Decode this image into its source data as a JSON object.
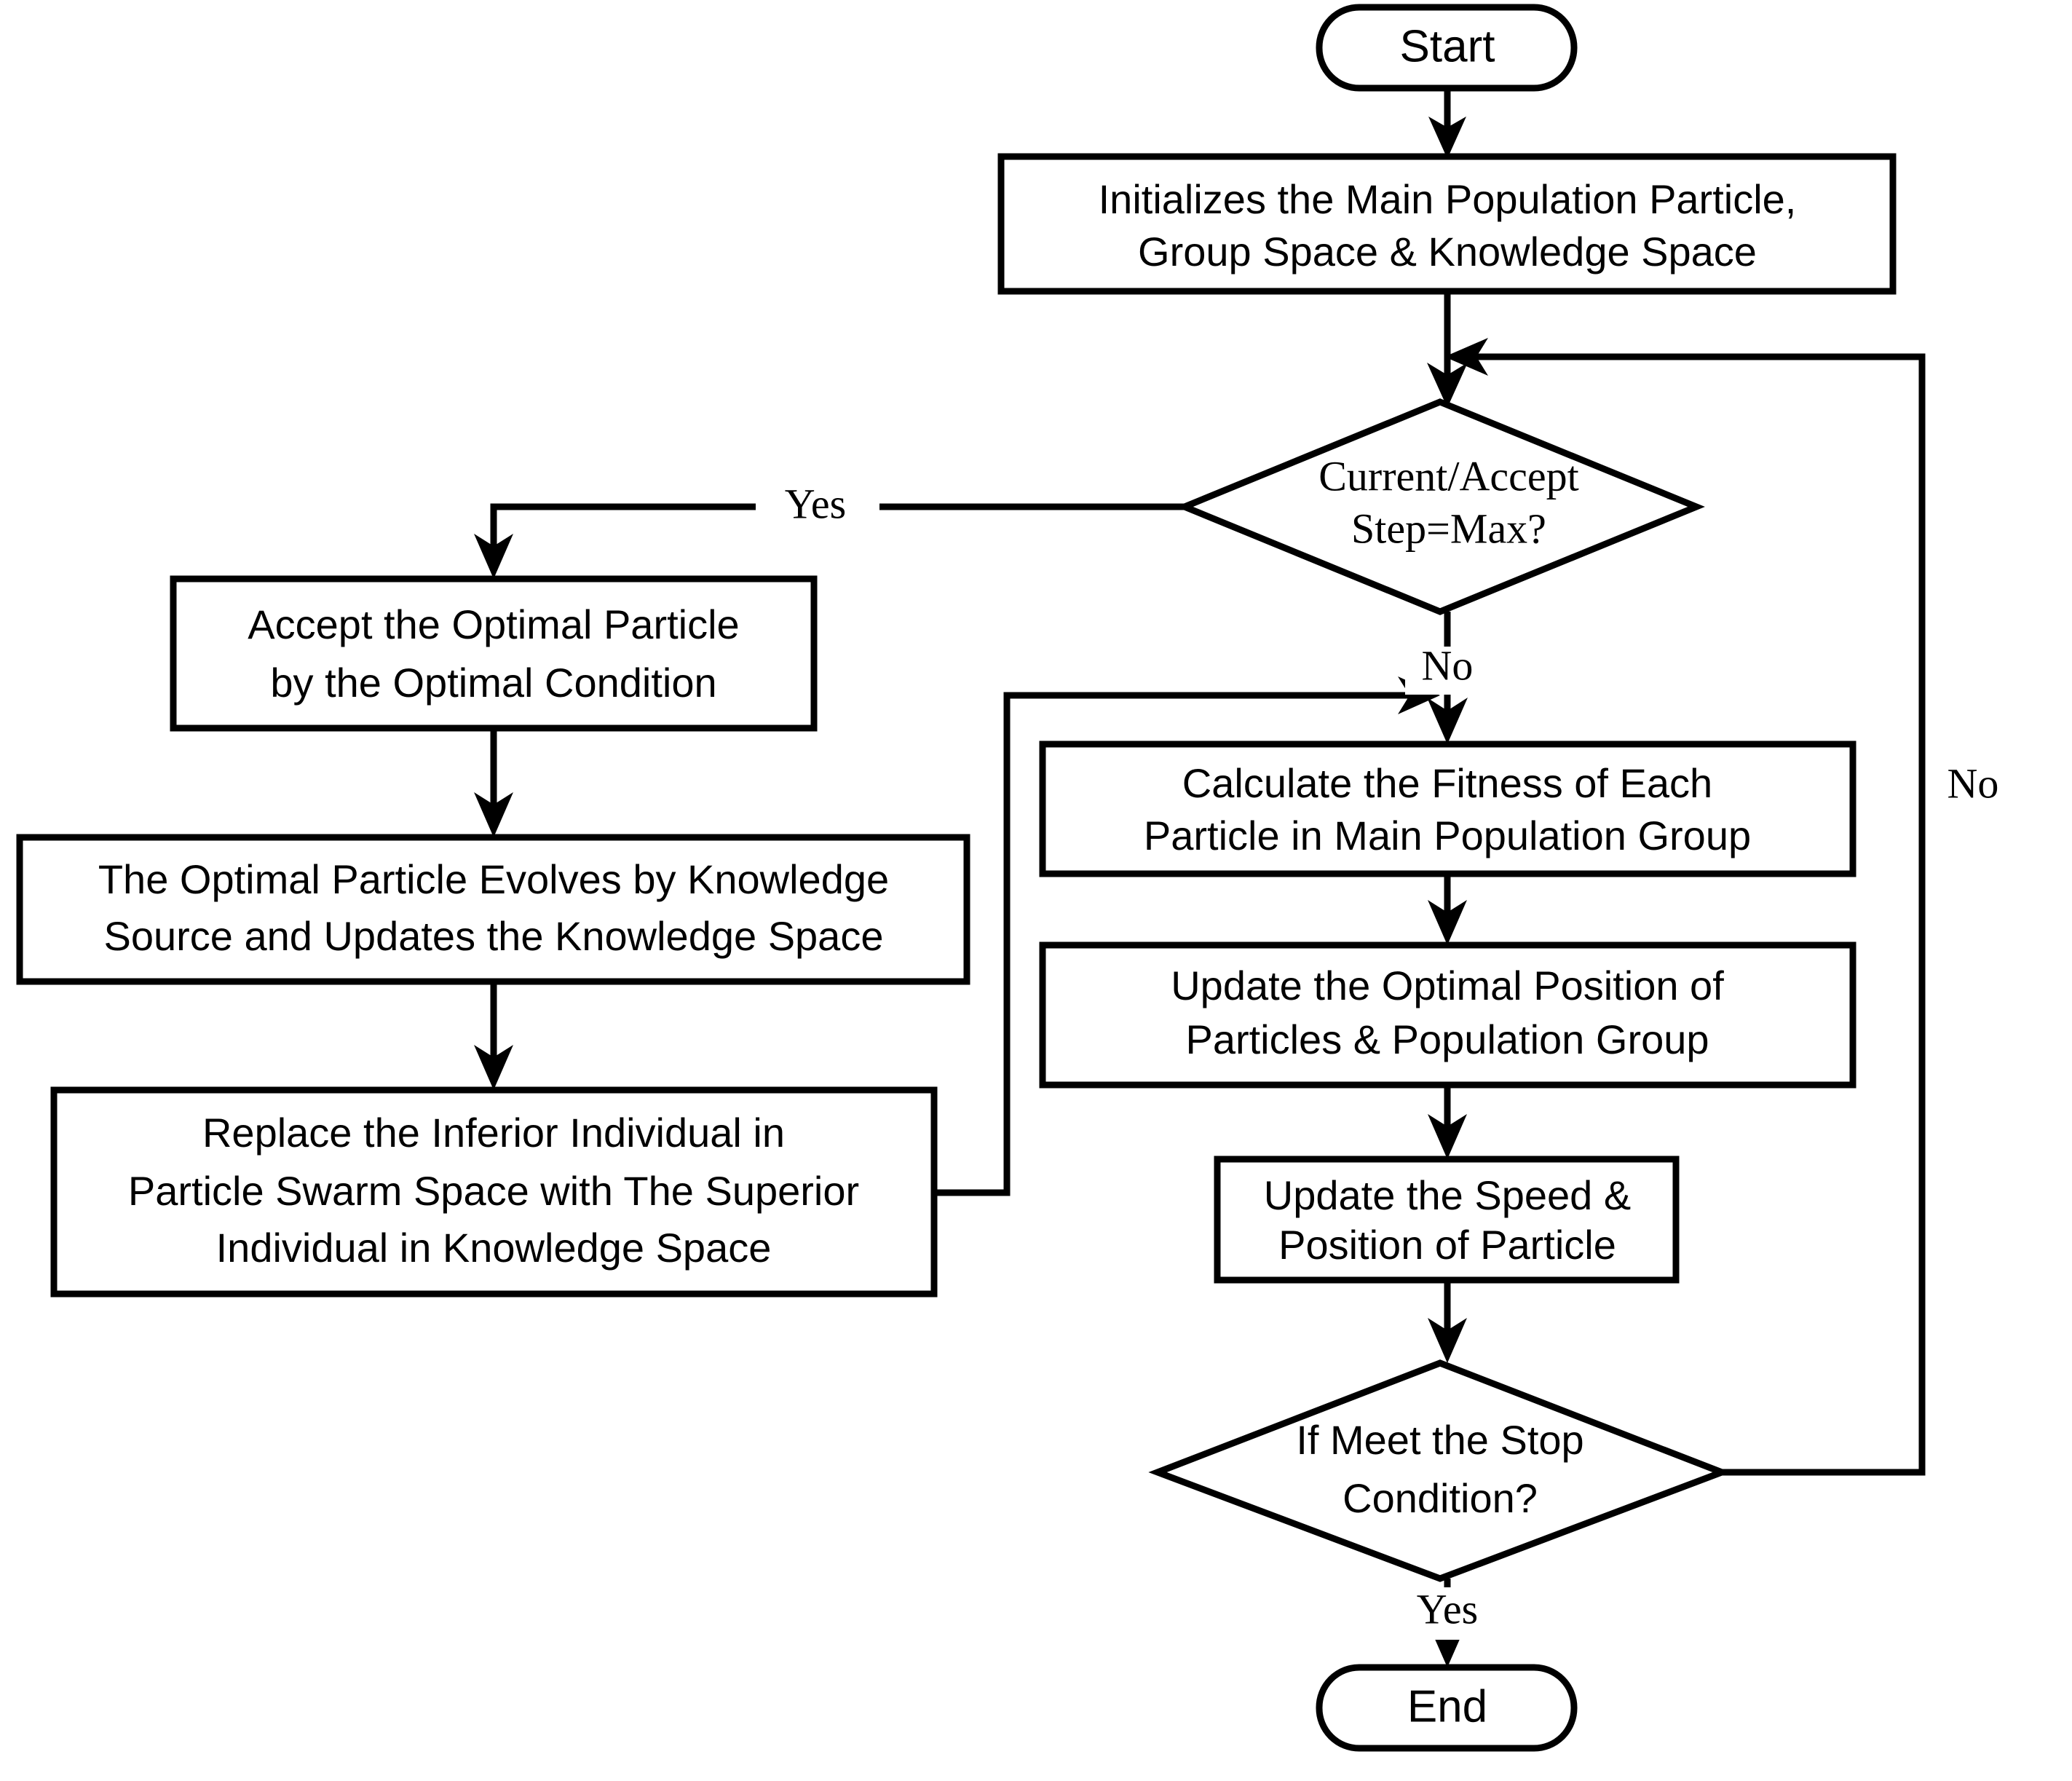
{
  "diagram": {
    "title": "Cultural Particle Swarm Optimization Flowchart",
    "type": "flowchart",
    "background_color": "#ffffff",
    "line_color": "#000000",
    "fill_color": "#ffffff"
  },
  "nodes": {
    "start": {
      "id": "start",
      "shape": "terminator",
      "label": "Start"
    },
    "initialize": {
      "id": "initialize",
      "shape": "process",
      "line1": "Initializes the Main Population Particle,",
      "line2": "Group Space & Knowledge Space"
    },
    "decision_step": {
      "id": "decision_step",
      "shape": "decision",
      "line1": "Current/Accept",
      "line2": "Step=Max?"
    },
    "accept_optimal": {
      "id": "accept_optimal",
      "shape": "process",
      "line1": "Accept the Optimal Particle",
      "line2": "by the Optimal Condition"
    },
    "evolve_knowledge": {
      "id": "evolve_knowledge",
      "shape": "process",
      "line1": "The Optimal Particle Evolves by Knowledge",
      "line2": "Source and Updates the Knowledge Space"
    },
    "replace_inferior": {
      "id": "replace_inferior",
      "shape": "process",
      "line1": "Replace the Inferior Individual in",
      "line2": "Particle Swarm Space with The Superior",
      "line3": "Individual in Knowledge Space"
    },
    "calculate_fitness": {
      "id": "calculate_fitness",
      "shape": "process",
      "line1": "Calculate the Fitness of Each",
      "line2": "Particle in Main Population Group"
    },
    "update_optimal_position": {
      "id": "update_optimal_position",
      "shape": "process",
      "line1": "Update the Optimal Position of",
      "line2": "Particles & Population Group"
    },
    "update_speed_position": {
      "id": "update_speed_position",
      "shape": "process",
      "line1": "Update the Speed &",
      "line2": "Position of Particle"
    },
    "decision_stop": {
      "id": "decision_stop",
      "shape": "decision",
      "line1": "If Meet the Stop",
      "line2": "Condition?"
    },
    "end": {
      "id": "end",
      "shape": "terminator",
      "label": "End"
    }
  },
  "edge_labels": {
    "yes_to_accept": "Yes",
    "no_to_fitness": "No",
    "no_loop_back": "No",
    "yes_to_end": "Yes"
  }
}
